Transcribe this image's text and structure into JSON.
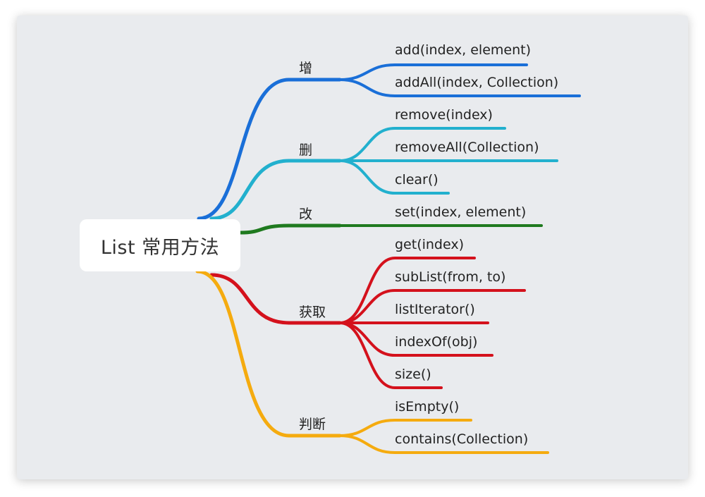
{
  "root": {
    "label": "List 常用方法"
  },
  "branches": [
    {
      "label": "增",
      "color": "#1a6fd8",
      "children": [
        "add(index, element)",
        "addAll(index, Collection)"
      ]
    },
    {
      "label": "删",
      "color": "#22b0ce",
      "children": [
        "remove(index)",
        "removeAll(Collection)",
        "clear()"
      ]
    },
    {
      "label": "改",
      "color": "#1f7a1f",
      "children": [
        "set(index, element)"
      ]
    },
    {
      "label": "获取",
      "color": "#d4111c",
      "children": [
        "get(index)",
        "subList(from, to)",
        "listIterator()",
        "indexOf(obj)",
        "size()"
      ]
    },
    {
      "label": "判断",
      "color": "#f5ab0f",
      "children": [
        "isEmpty()",
        "contains(Collection)"
      ]
    }
  ]
}
